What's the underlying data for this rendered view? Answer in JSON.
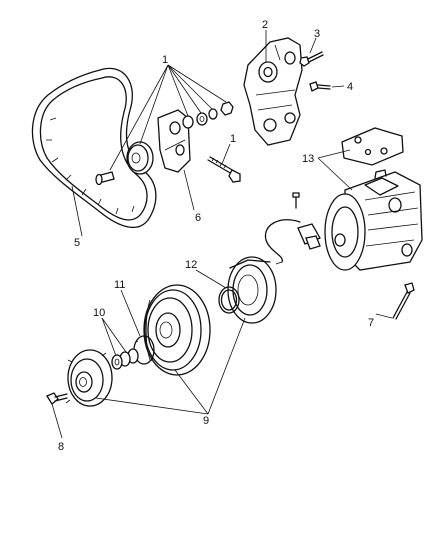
{
  "callouts": {
    "c1a": "1",
    "c1b": "1",
    "c2": "2",
    "c3": "3",
    "c4": "4",
    "c5": "5",
    "c6": "6",
    "c7": "7",
    "c8": "8",
    "c9": "9",
    "c10": "10",
    "c11": "11",
    "c12": "12",
    "c13": "13"
  }
}
